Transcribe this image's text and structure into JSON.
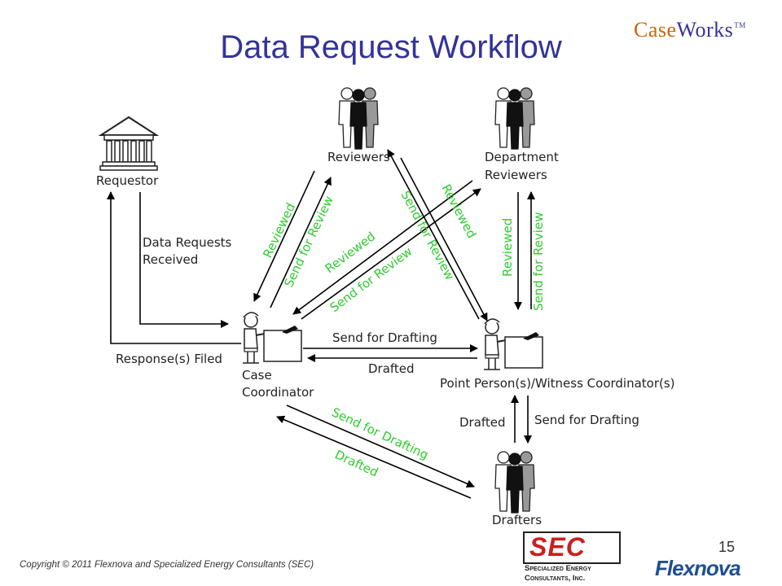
{
  "header": {
    "title": "Data Request Workflow",
    "brand_case": "Case",
    "brand_works": "Works",
    "brand_tm": "TM"
  },
  "nodes": {
    "requestor": "Requestor",
    "reviewers": "Reviewers",
    "dept_line1": "Department",
    "dept_line2": "Reviewers",
    "case_line1": "Case",
    "case_line2": "Coordinator",
    "point_person": "Point Person(s)/Witness Coordinator(s)",
    "drafters": "Drafters"
  },
  "edges": {
    "data_requests_1": "Data Requests",
    "data_requests_2": "Received",
    "response_filed": "Response(s) Filed",
    "cc_rev_reviewed": "Reviewed",
    "cc_rev_send": "Send for Review",
    "cc_dept_reviewed": "Reviewed",
    "cc_dept_send": "Send for Review",
    "rev_pp_send": "Send for Review",
    "rev_pp_reviewed": "Reviewed",
    "dept_pp_reviewed": "Reviewed",
    "dept_pp_send": "Send for Review",
    "cc_pp_send": "Send for Drafting",
    "cc_pp_drafted": "Drafted",
    "pp_dr_drafted": "Drafted",
    "pp_dr_send": "Send for Drafting",
    "cc_dr_send": "Send for Drafting",
    "cc_dr_drafted": "Drafted"
  },
  "colors": {
    "title": "#333399",
    "green_label": "#2ecc2e",
    "brand_orange": "#cc6600",
    "sec_red": "#c82020",
    "flexnova_blue": "#1f4f8f"
  },
  "footer": {
    "copyright": "Copyright © 2011 Flexnova and Specialized Energy Consultants (SEC)",
    "page_number": "15",
    "sec_logo_text": "SEC",
    "sec_line1": "Specialized Energy",
    "sec_line2": "Consultants, Inc.",
    "flexnova": "Flexnova"
  }
}
